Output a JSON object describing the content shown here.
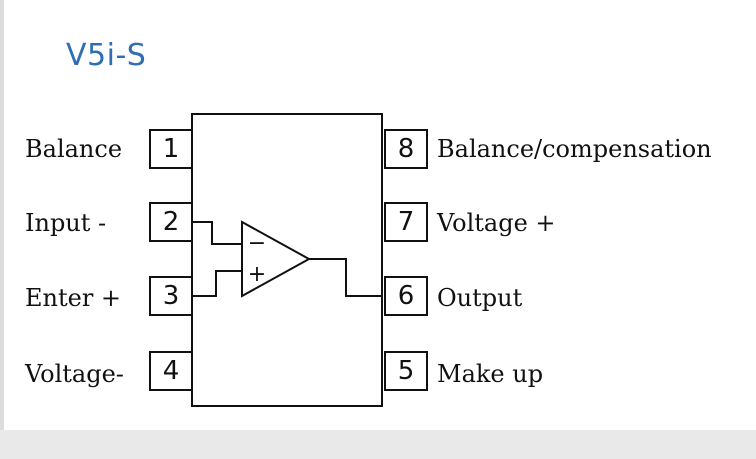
{
  "title": "V5i-S",
  "pins": [
    {
      "number": "1",
      "label": "Balance"
    },
    {
      "number": "2",
      "label": "Input -"
    },
    {
      "number": "3",
      "label": "Enter +"
    },
    {
      "number": "4",
      "label": "Voltage-"
    },
    {
      "number": "5",
      "label": "Make up"
    },
    {
      "number": "6",
      "label": "Output"
    },
    {
      "number": "7",
      "label": "Voltage +"
    },
    {
      "number": "8",
      "label": "Balance/compensation"
    }
  ],
  "opamp": {
    "minus_symbol": "−",
    "plus_symbol": "+"
  }
}
